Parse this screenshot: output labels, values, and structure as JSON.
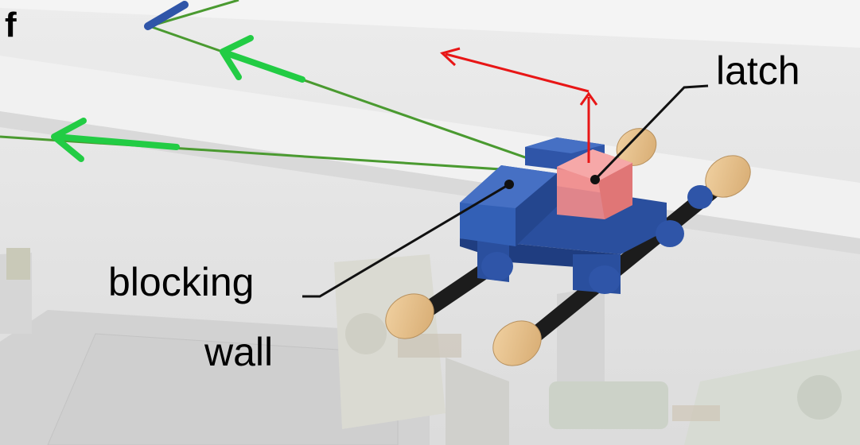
{
  "figure": {
    "panel_letter": "f",
    "labels": {
      "latch": "latch",
      "blocking_line1": "blocking",
      "blocking_line2": "wall"
    },
    "colors": {
      "background": "#e8e8e8",
      "blue_part": "#2f55a8",
      "latch": "#f08a8a",
      "red_arrow": "#e81616",
      "green_arrow": "#22cc44",
      "string": "#4a9a30",
      "rod": "#1c1c1c",
      "wood_cap": "#e6c08c"
    }
  }
}
